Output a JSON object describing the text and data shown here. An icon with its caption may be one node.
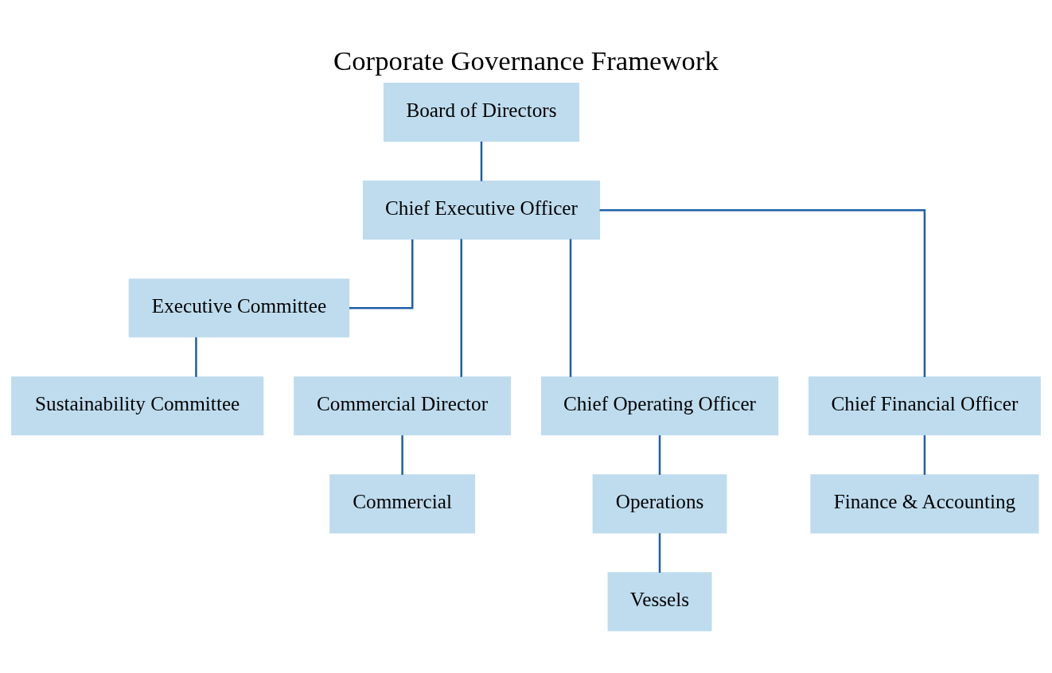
{
  "diagram": {
    "title": "Corporate Governance Framework",
    "nodes": [
      {
        "text": [
          "Board of Directors"
        ]
      },
      {
        "text": [
          "Chief Executive Officer"
        ]
      },
      {
        "text": [
          "Executive Committee"
        ]
      },
      {
        "text": [
          "Commercial Director"
        ]
      },
      {
        "text": [
          "Chief Operating Officer"
        ]
      },
      {
        "text": [
          "Chief Financial Officer"
        ]
      },
      {
        "text": [
          "Sustainability Committee"
        ]
      },
      {
        "text": [
          "Commercial"
        ]
      },
      {
        "text": [
          "Operations"
        ]
      },
      {
        "text": [
          "Finance & Accounting"
        ]
      },
      {
        "text": [
          "Vessels"
        ]
      }
    ],
    "edges": [
      {
        "from": 0,
        "to": 1,
        "arrow": "none"
      },
      {
        "from": 1,
        "to": 2,
        "arrow": "none"
      },
      {
        "from": 1,
        "to": 3,
        "arrow": "none"
      },
      {
        "from": 1,
        "to": 4,
        "arrow": "none"
      },
      {
        "from": 1,
        "to": 5,
        "arrow": "none"
      },
      {
        "from": 2,
        "to": 6,
        "arrow": "none"
      },
      {
        "from": 3,
        "to": 7,
        "arrow": "none"
      },
      {
        "from": 4,
        "to": 8,
        "arrow": "none"
      },
      {
        "from": 5,
        "to": 9,
        "arrow": "none"
      },
      {
        "from": 8,
        "to": 10,
        "arrow": "none"
      }
    ]
  }
}
